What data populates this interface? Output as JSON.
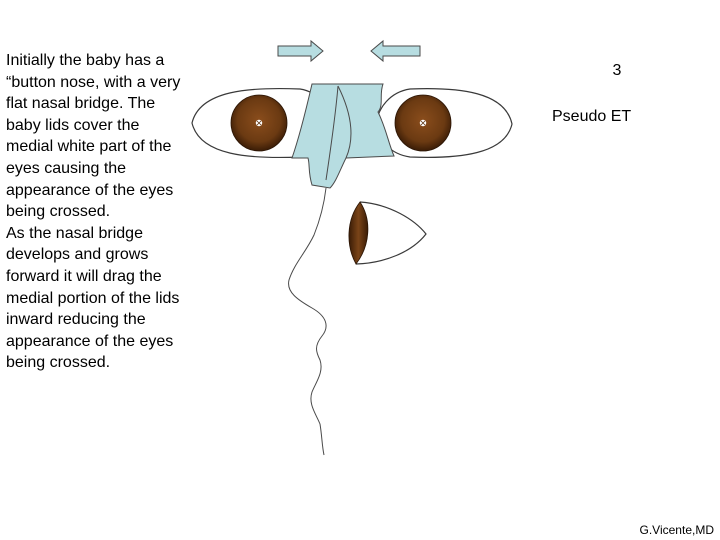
{
  "description": {
    "paragraph1": "Initially the baby has a “button nose, with a very flat nasal bridge. The baby lids cover the medial white part of the eyes causing the appearance of the eyes being crossed.",
    "paragraph2": "As the nasal bridge develops and grows forward it will drag the medial portion of the lids inward reducing the appearance of the eyes being crossed."
  },
  "slide_number": "3",
  "diagram_title": "Pseudo ET",
  "author": "G.Vicente,MD",
  "colors": {
    "iris": "#6b3a12",
    "iris_dark": "#3a1c06",
    "nasal_skin": "#b7dde1",
    "arrow_fill": "#b7dde1",
    "outline": "#3a3a3a"
  },
  "icons": {
    "arrow_left": "right-arrow-icon",
    "arrow_right": "left-arrow-icon"
  }
}
